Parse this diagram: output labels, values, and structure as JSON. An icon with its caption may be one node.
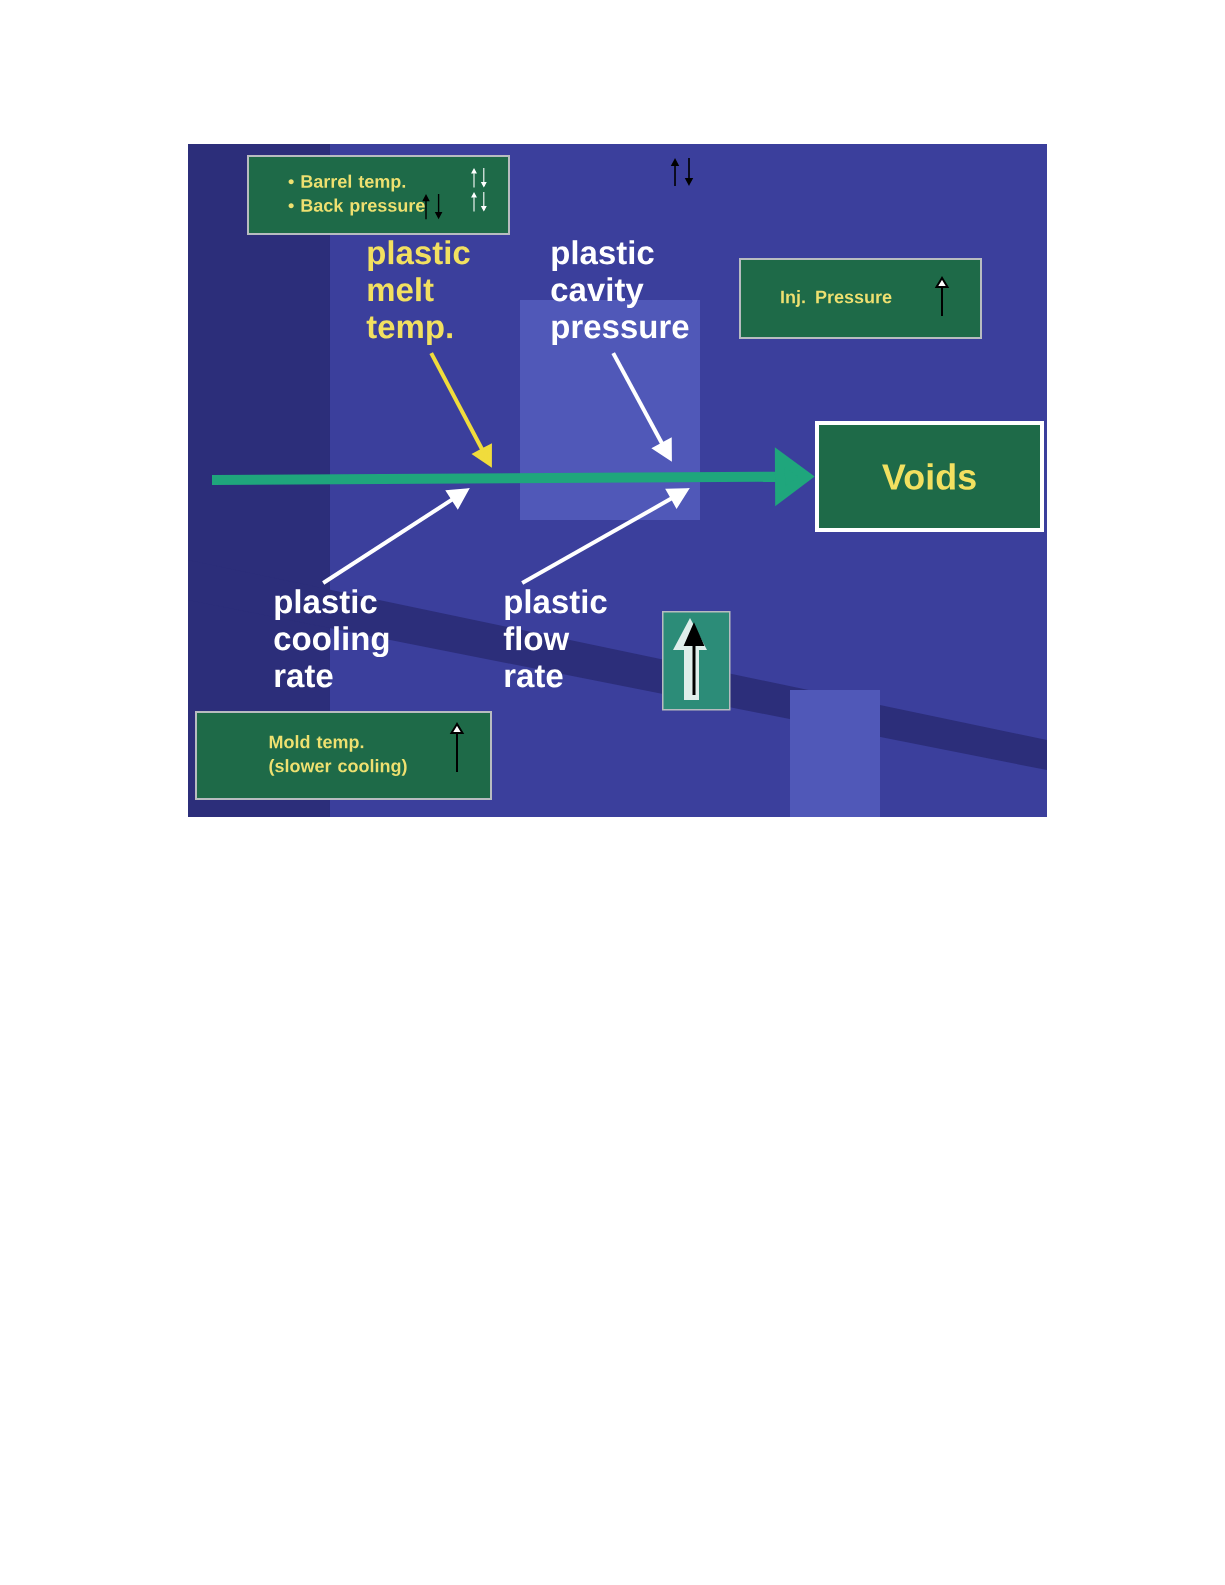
{
  "diagram": {
    "nodes": [
      {
        "text": [
          "• Barrel temp.",
          "• Back pressure"
        ]
      },
      {
        "text": [
          "plastic melt temp."
        ]
      },
      {
        "text": [
          "plastic cavity pressure"
        ]
      },
      {
        "text": [
          "Inj. Pressure"
        ]
      },
      {
        "text": [
          "Voids"
        ]
      },
      {
        "text": [
          "plastic cooling rate"
        ]
      },
      {
        "text": [
          "plastic flow rate"
        ]
      },
      {
        "text": [],
        "shape": "box"
      },
      {
        "text": [
          "Mold temp. (slower cooling)"
        ]
      }
    ],
    "edges": [
      {
        "from": null,
        "to": 4,
        "arrow": "to",
        "style": "thick",
        "color": "#1fa67c"
      },
      {
        "from": 1,
        "to": null,
        "arrow": "to",
        "color": "#f0dc3c"
      },
      {
        "from": 2,
        "to": null,
        "arrow": "to"
      },
      {
        "from": 5,
        "to": null,
        "arrow": "to"
      },
      {
        "from": 6,
        "to": null,
        "arrow": "to"
      }
    ]
  }
}
